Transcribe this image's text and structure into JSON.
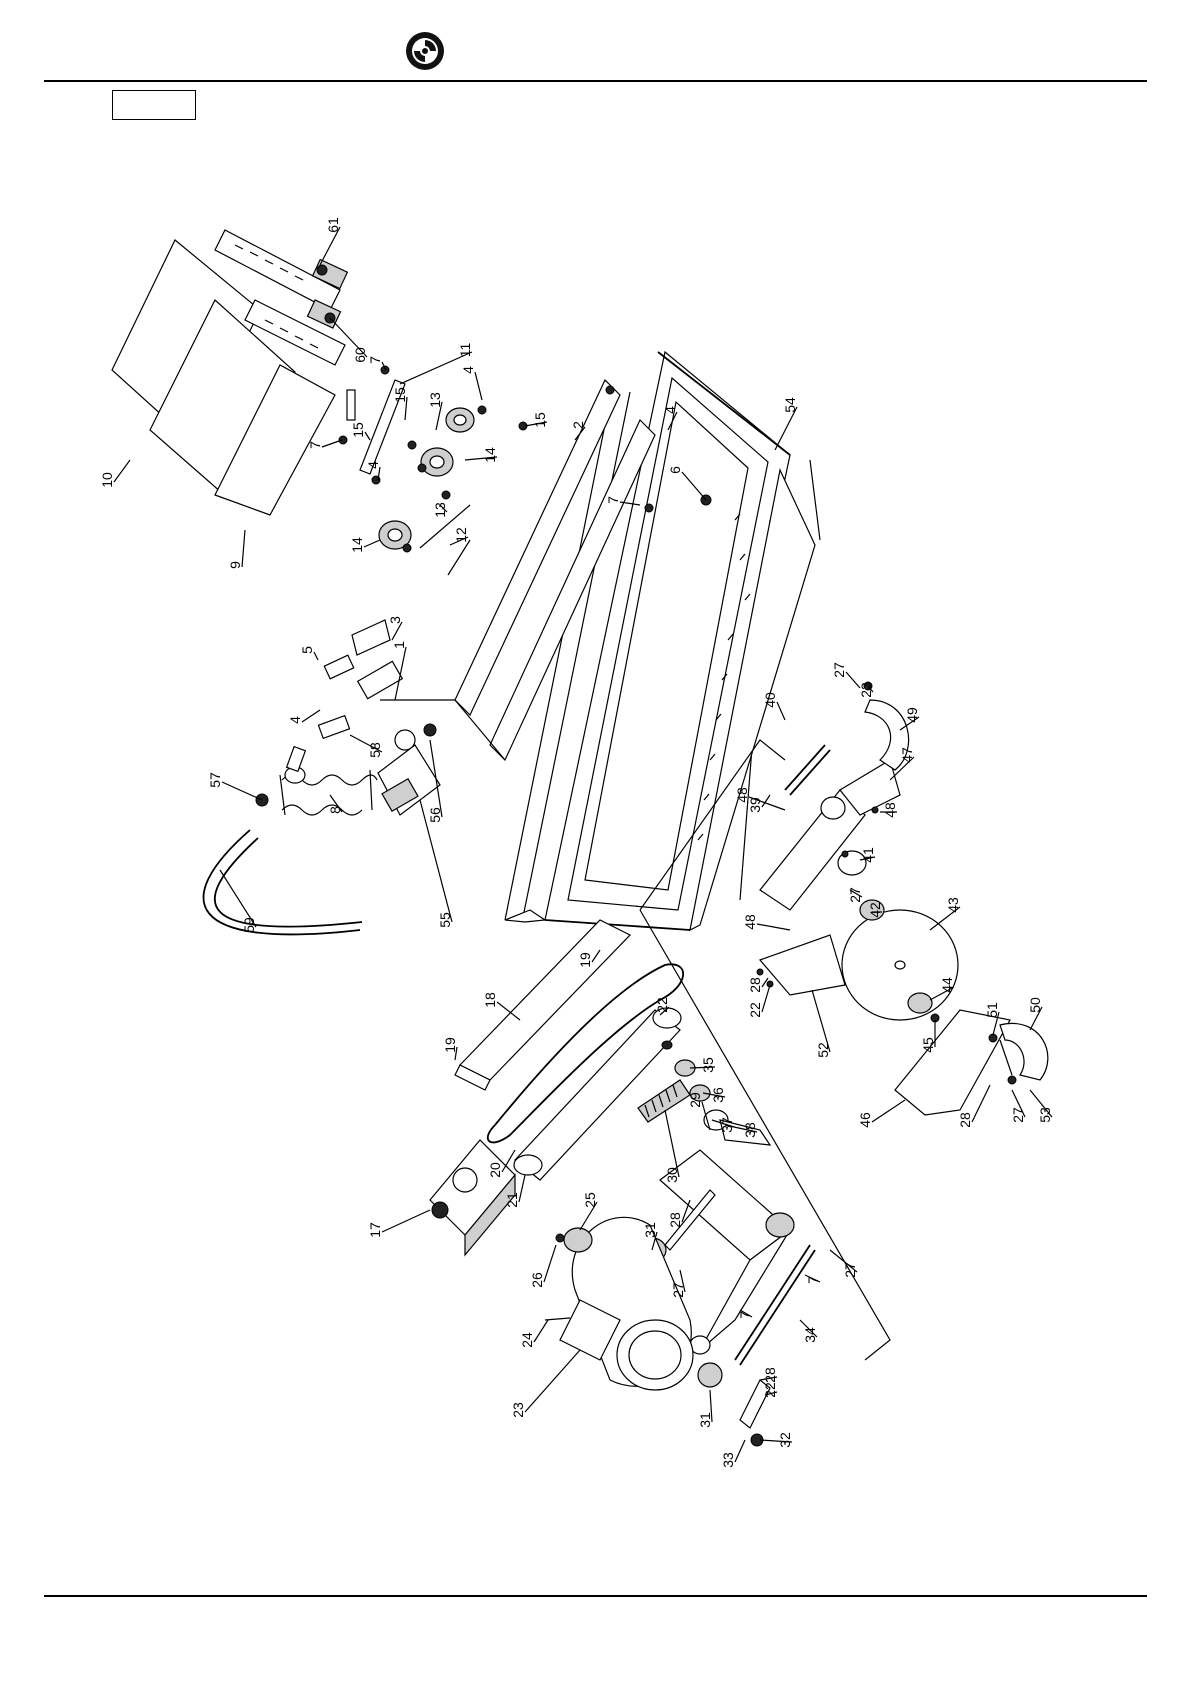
{
  "header": {
    "logo_icon": "circular-swirl-logo",
    "label_box_text": ""
  },
  "diagram": {
    "parts": [
      {
        "num": "1"
      },
      {
        "num": "2"
      },
      {
        "num": "3"
      },
      {
        "num": "4"
      },
      {
        "num": "4"
      },
      {
        "num": "4"
      },
      {
        "num": "4"
      },
      {
        "num": "5"
      },
      {
        "num": "6"
      },
      {
        "num": "7"
      },
      {
        "num": "7"
      },
      {
        "num": "7"
      },
      {
        "num": "7"
      },
      {
        "num": "7"
      },
      {
        "num": "8"
      },
      {
        "num": "9"
      },
      {
        "num": "10"
      },
      {
        "num": "11"
      },
      {
        "num": "12"
      },
      {
        "num": "13"
      },
      {
        "num": "13"
      },
      {
        "num": "14"
      },
      {
        "num": "14"
      },
      {
        "num": "15"
      },
      {
        "num": "15"
      },
      {
        "num": "15"
      },
      {
        "num": "17"
      },
      {
        "num": "18"
      },
      {
        "num": "19"
      },
      {
        "num": "19"
      },
      {
        "num": "20"
      },
      {
        "num": "21"
      },
      {
        "num": "22"
      },
      {
        "num": "22"
      },
      {
        "num": "22"
      },
      {
        "num": "23"
      },
      {
        "num": "23"
      },
      {
        "num": "24"
      },
      {
        "num": "25"
      },
      {
        "num": "26"
      },
      {
        "num": "27"
      },
      {
        "num": "27"
      },
      {
        "num": "27"
      },
      {
        "num": "27"
      },
      {
        "num": "27"
      },
      {
        "num": "28"
      },
      {
        "num": "28"
      },
      {
        "num": "28"
      },
      {
        "num": "28"
      },
      {
        "num": "29"
      },
      {
        "num": "30"
      },
      {
        "num": "31"
      },
      {
        "num": "31"
      },
      {
        "num": "32"
      },
      {
        "num": "33"
      },
      {
        "num": "34"
      },
      {
        "num": "35"
      },
      {
        "num": "36"
      },
      {
        "num": "37"
      },
      {
        "num": "38"
      },
      {
        "num": "39"
      },
      {
        "num": "40"
      },
      {
        "num": "41"
      },
      {
        "num": "42"
      },
      {
        "num": "43"
      },
      {
        "num": "44"
      },
      {
        "num": "45"
      },
      {
        "num": "46"
      },
      {
        "num": "47"
      },
      {
        "num": "48"
      },
      {
        "num": "48"
      },
      {
        "num": "48"
      },
      {
        "num": "49"
      },
      {
        "num": "50"
      },
      {
        "num": "51"
      },
      {
        "num": "52"
      },
      {
        "num": "53"
      },
      {
        "num": "54"
      },
      {
        "num": "55"
      },
      {
        "num": "56"
      },
      {
        "num": "57"
      },
      {
        "num": "58"
      },
      {
        "num": "59"
      },
      {
        "num": "60"
      },
      {
        "num": "61"
      }
    ]
  }
}
